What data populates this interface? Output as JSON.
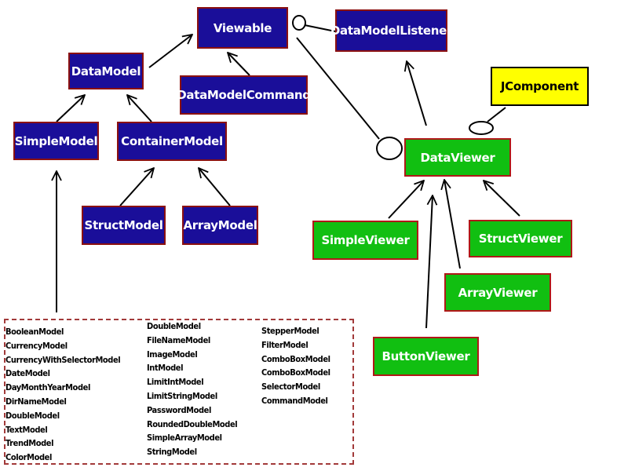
{
  "diagram": {
    "models": {
      "viewable": "Viewable",
      "data_model": "DataModel",
      "data_model_command": "DataModelCommand",
      "simple_model": "SimpleModel",
      "container_model": "ContainerModel",
      "struct_model": "StructModel",
      "array_model": "ArrayModel"
    },
    "listener": "DataModelListener",
    "jcomponent": "JComponent",
    "viewers": {
      "data_viewer": "DataViewer",
      "simple_viewer": "SimpleViewer",
      "struct_viewer": "StructViewer",
      "array_viewer": "ArrayViewer",
      "button_viewer": "ButtonViewer"
    },
    "implementations": {
      "column1": [
        "BooleanModel",
        "CurrencyModel",
        "CurrencyWithSelectorModel",
        "DateModel",
        "DayMonthYearModel",
        "DirNameModel",
        "DoubleModel",
        "TextModel",
        "TrendModel",
        "ColorModel"
      ],
      "column2": [
        "DoubleModel",
        "FileNameModel",
        "ImageModel",
        "IntModel",
        "LimitIntModel",
        "LimitStringModel",
        "PasswordModel",
        "RoundedDoubleModel",
        "SimpleArrayModel",
        "StringModel"
      ],
      "column3": [
        "StepperModel",
        "FilterModel",
        "ComboBoxModel",
        "ComboBoxModel",
        "SelectorModel",
        "CommandModel"
      ]
    },
    "colors": {
      "model_fill": "#1a0e99",
      "viewer_fill": "#11bf11",
      "component_fill": "#ffff00",
      "box_border": "#8b1010",
      "dashed_border": "#a23a3a"
    }
  }
}
